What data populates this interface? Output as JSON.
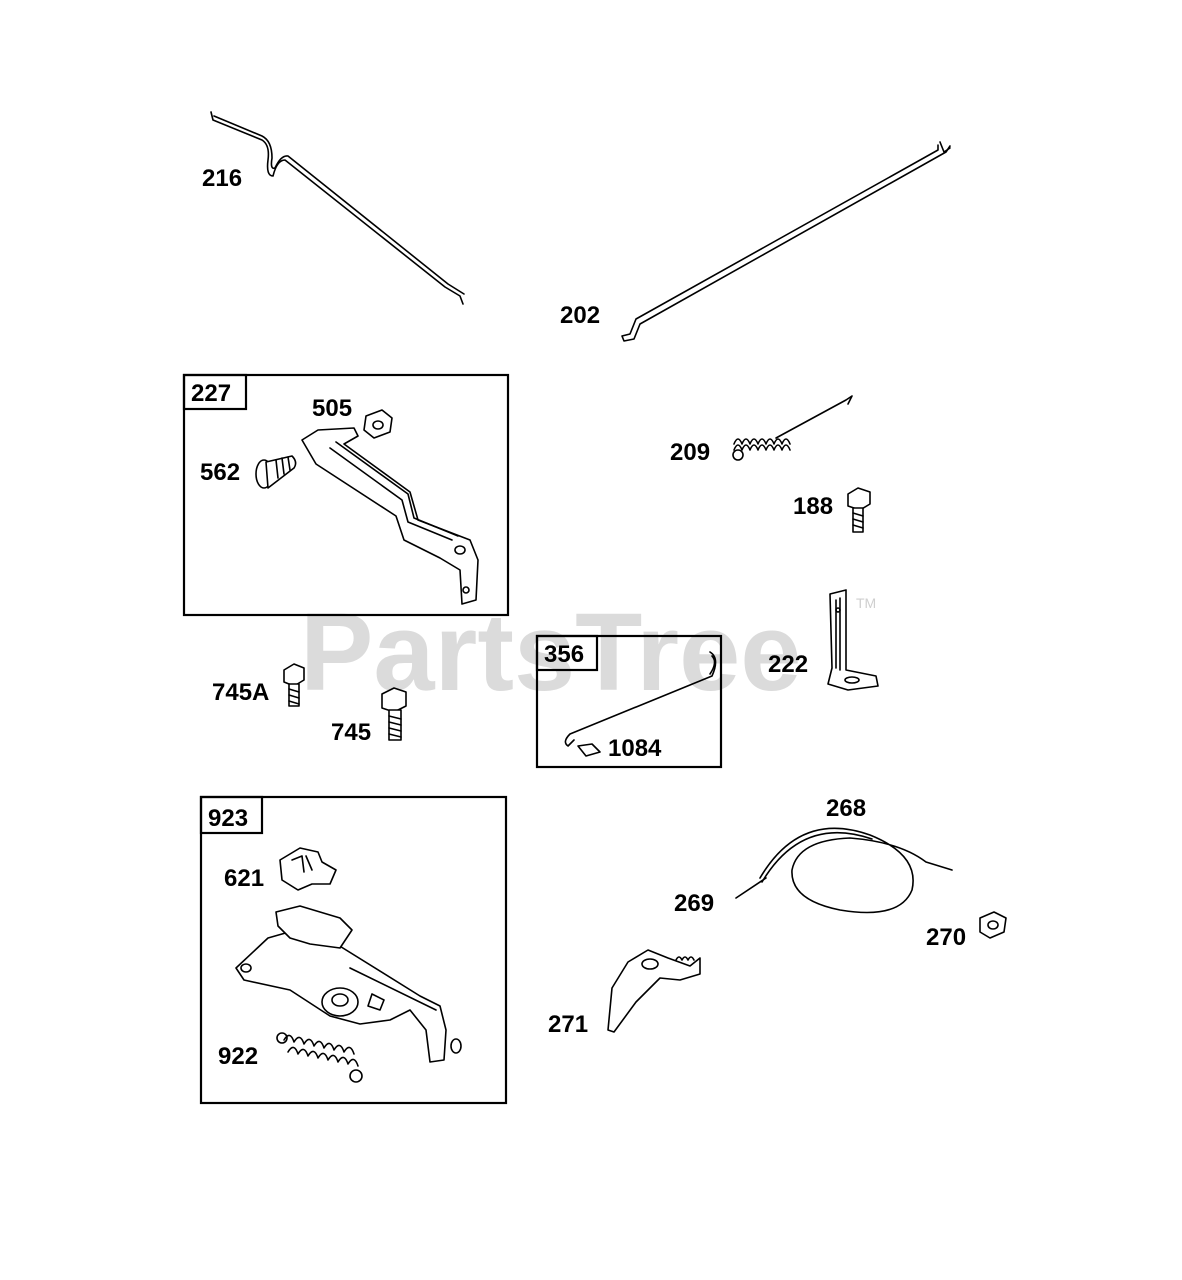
{
  "watermark": {
    "text": "PartsTree",
    "trademark": "TM",
    "color": "#cfcfcf"
  },
  "groups": [
    {
      "id": "g227",
      "label": "227"
    },
    {
      "id": "g356",
      "label": "356"
    },
    {
      "id": "g923",
      "label": "923"
    }
  ],
  "callouts": [
    {
      "id": "c216",
      "label": "216"
    },
    {
      "id": "c202",
      "label": "202"
    },
    {
      "id": "c505",
      "label": "505"
    },
    {
      "id": "c562",
      "label": "562"
    },
    {
      "id": "c209",
      "label": "209"
    },
    {
      "id": "c188",
      "label": "188"
    },
    {
      "id": "c222",
      "label": "222"
    },
    {
      "id": "c745a",
      "label": "745A"
    },
    {
      "id": "c745",
      "label": "745"
    },
    {
      "id": "c1084",
      "label": "1084"
    },
    {
      "id": "c268",
      "label": "268"
    },
    {
      "id": "c269",
      "label": "269"
    },
    {
      "id": "c270",
      "label": "270"
    },
    {
      "id": "c271",
      "label": "271"
    },
    {
      "id": "c621",
      "label": "621"
    },
    {
      "id": "c922",
      "label": "922"
    }
  ]
}
